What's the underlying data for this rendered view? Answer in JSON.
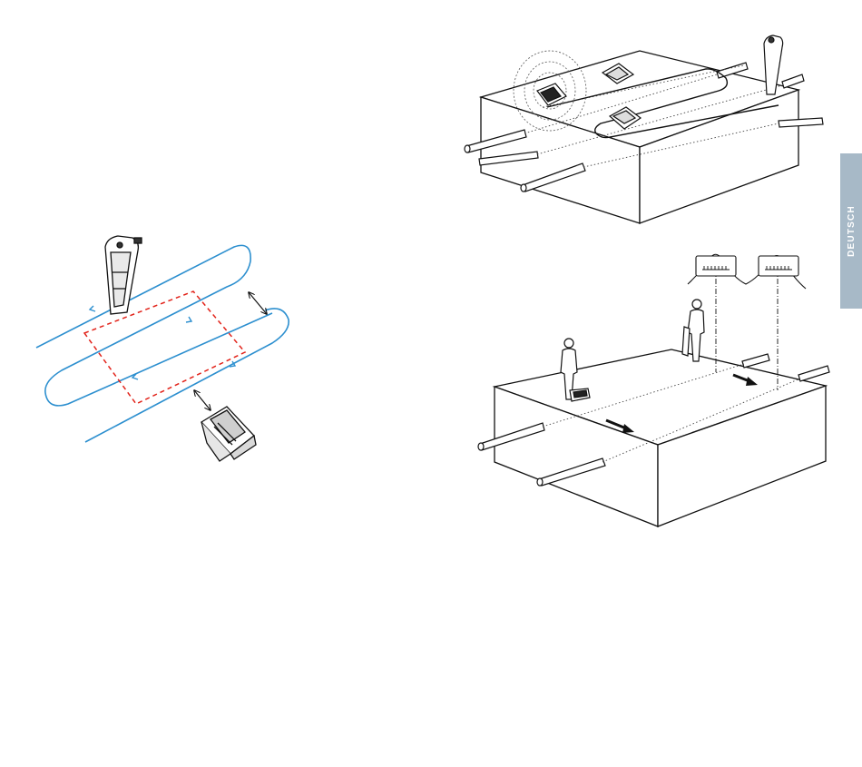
{
  "page": {
    "side_tab_label": "DEUTSCH",
    "side_tab_color": "#a7b9c7",
    "sweep_line_color": "#2c8fcf",
    "search_area_color": "#e2231a"
  },
  "figures": {
    "left": "grid-search-sweep-diagram",
    "top_right": "perpendicular-path-tracing-diagram",
    "bottom_right": "two-person-sweep-diagram"
  }
}
